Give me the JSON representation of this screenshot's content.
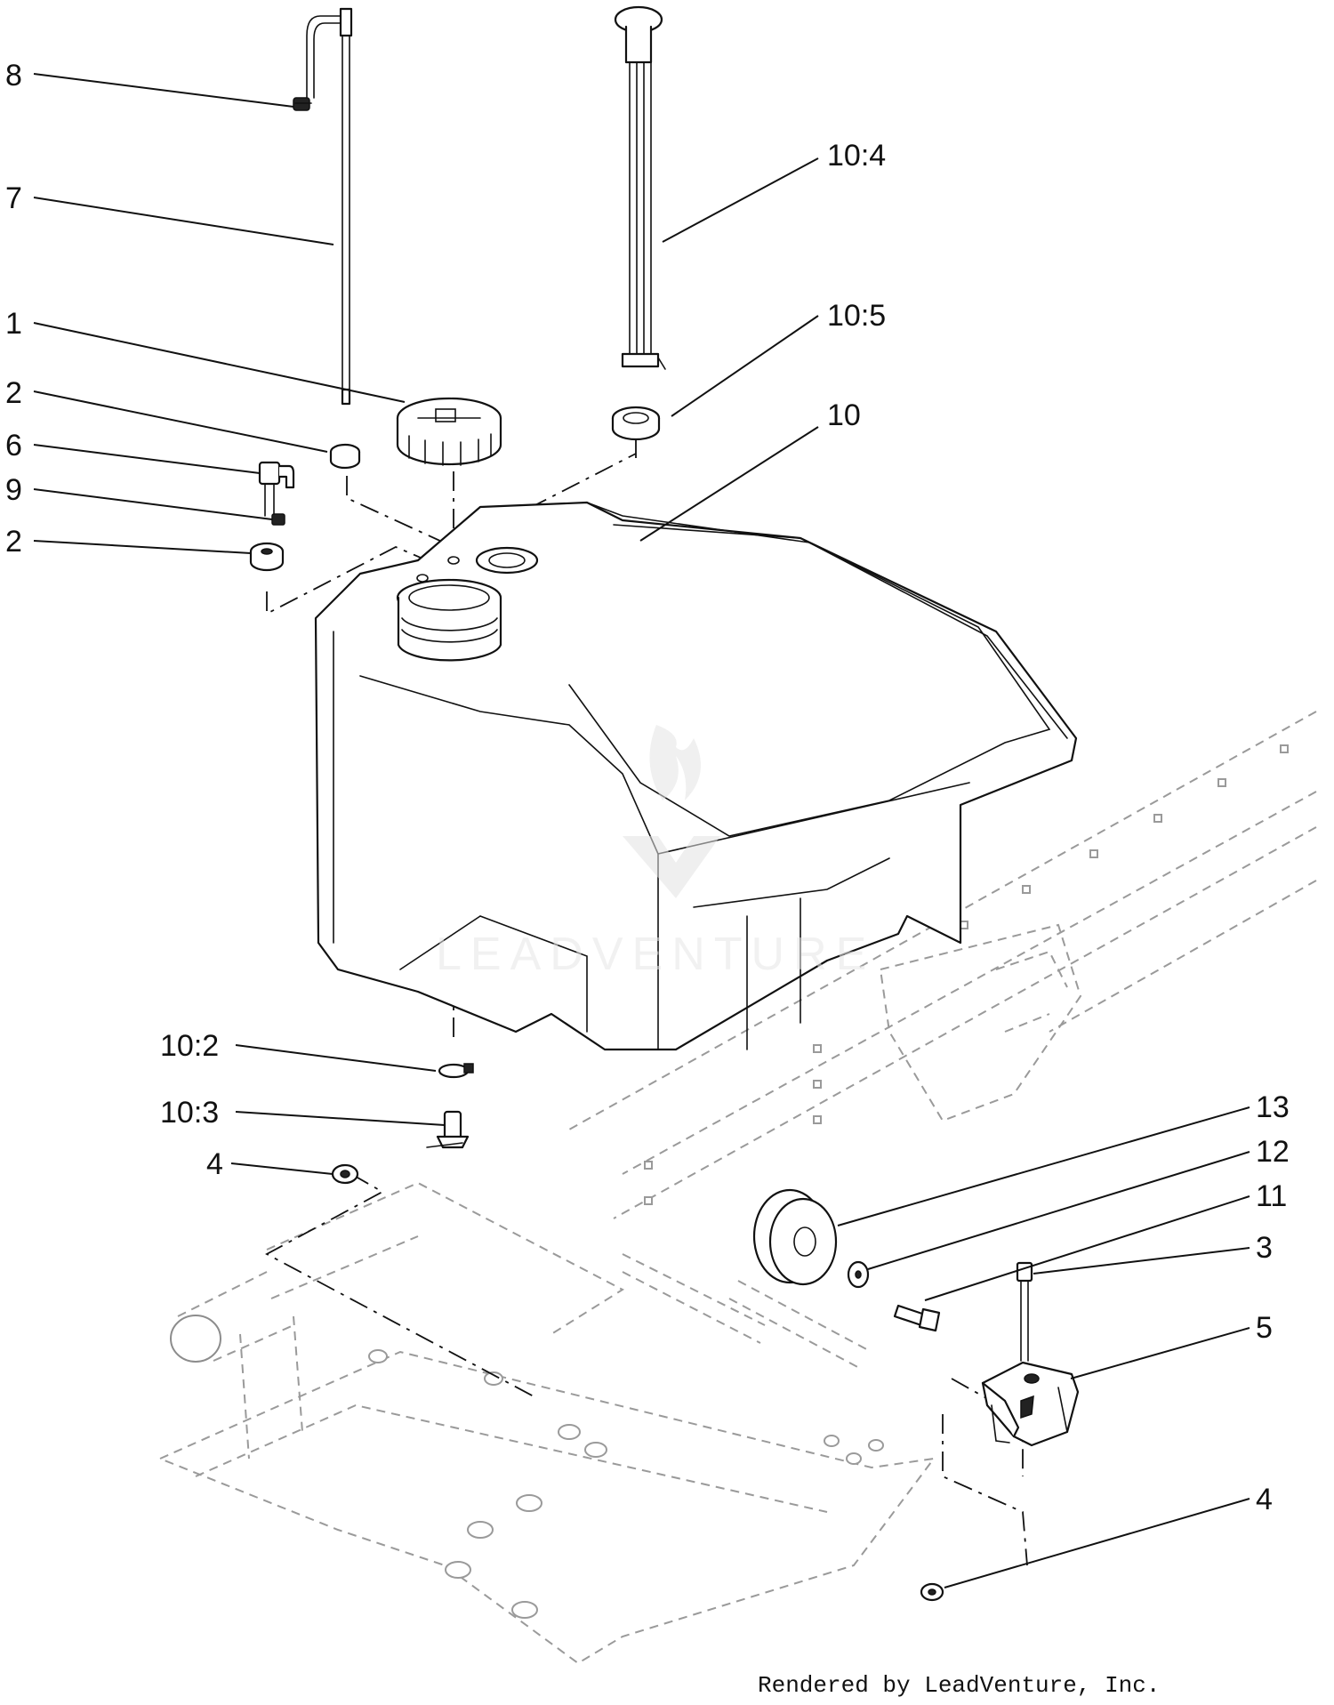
{
  "diagram": {
    "callouts": [
      {
        "id": "8",
        "label": "8"
      },
      {
        "id": "7",
        "label": "7"
      },
      {
        "id": "1",
        "label": "1"
      },
      {
        "id": "2a",
        "label": "2"
      },
      {
        "id": "6",
        "label": "6"
      },
      {
        "id": "9",
        "label": "9"
      },
      {
        "id": "2b",
        "label": "2"
      },
      {
        "id": "10_4",
        "label": "10:4"
      },
      {
        "id": "10_5",
        "label": "10:5"
      },
      {
        "id": "10",
        "label": "10"
      },
      {
        "id": "10_2",
        "label": "10:2"
      },
      {
        "id": "10_3",
        "label": "10:3"
      },
      {
        "id": "4a",
        "label": "4"
      },
      {
        "id": "13",
        "label": "13"
      },
      {
        "id": "12",
        "label": "12"
      },
      {
        "id": "11",
        "label": "11"
      },
      {
        "id": "3",
        "label": "3"
      },
      {
        "id": "5",
        "label": "5"
      },
      {
        "id": "4b",
        "label": "4"
      }
    ],
    "watermark": "LEADVENTURE",
    "footer": "Rendered by LeadVenture, Inc."
  }
}
